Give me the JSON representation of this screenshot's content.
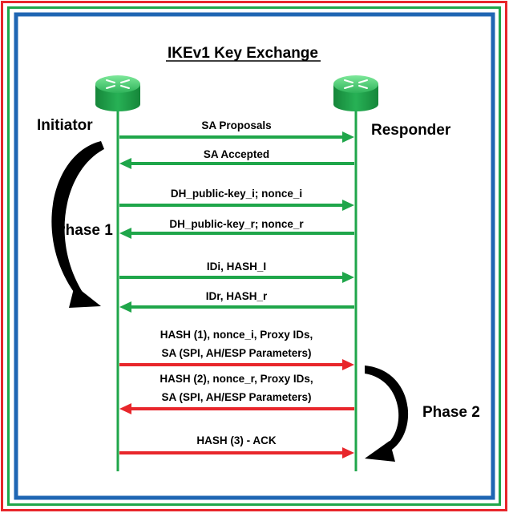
{
  "title": "IKEv1 Key Exchange",
  "initiator_label": "Initiator",
  "responder_label": "Responder",
  "phase1_label": "Phase 1",
  "phase2_label": "Phase 2",
  "icons": {
    "router": "router-icon"
  },
  "colors": {
    "frame_red": "#e8262b",
    "frame_green": "#1fa64a",
    "frame_blue": "#1f66b3",
    "phase1_arrow": "#1fa64a",
    "phase2_arrow": "#e8262b",
    "lifeline": "#1fa64a",
    "router_body": "#1e9e47",
    "router_top": "#5fd07b"
  },
  "messages": [
    {
      "direction": "to_responder",
      "phase": 1,
      "lines": [
        "SA Proposals"
      ]
    },
    {
      "direction": "to_initiator",
      "phase": 1,
      "lines": [
        "SA Accepted"
      ]
    },
    {
      "direction": "to_responder",
      "phase": 1,
      "lines": [
        "DH_public-key_i; nonce_i"
      ]
    },
    {
      "direction": "to_initiator",
      "phase": 1,
      "lines": [
        "DH_public-key_r; nonce_r"
      ]
    },
    {
      "direction": "to_responder",
      "phase": 1,
      "lines": [
        "IDi, HASH_I"
      ]
    },
    {
      "direction": "to_initiator",
      "phase": 1,
      "lines": [
        "IDr, HASH_r"
      ]
    },
    {
      "direction": "to_responder",
      "phase": 2,
      "lines": [
        "HASH (1), nonce_i, Proxy IDs,",
        "SA (SPI, AH/ESP Parameters)"
      ]
    },
    {
      "direction": "to_initiator",
      "phase": 2,
      "lines": [
        "HASH (2), nonce_r, Proxy IDs,",
        "SA (SPI, AH/ESP Parameters)"
      ]
    },
    {
      "direction": "to_responder",
      "phase": 2,
      "lines": [
        "HASH (3) - ACK"
      ]
    }
  ]
}
